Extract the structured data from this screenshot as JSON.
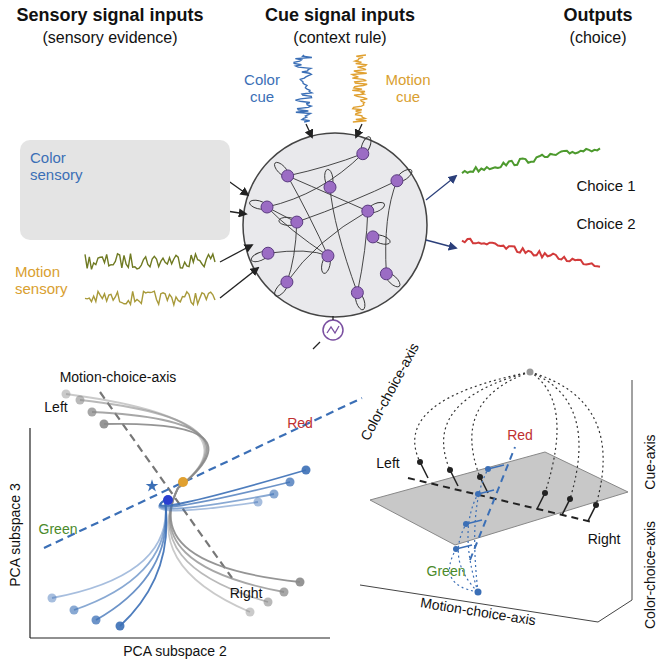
{
  "diagram": {
    "nodes": [
      {
        "text": [
          "Color sensory"
        ]
      }
    ],
    "labels": [
      "Sensory signal inputs",
      "(sensory evidence)",
      "Cue signal inputs",
      "(context rule)",
      "Outputs",
      "(choice)",
      "Color cue",
      "Motion cue",
      "Motion sensory",
      "Choice 1",
      "Choice 2",
      "Motion-choice-axis",
      "Color-choice-axis",
      "Left",
      "Red",
      "Green",
      "Right",
      "PCA subspace 3",
      "PCA subspace 2",
      "Red",
      "Left",
      "Right",
      "Green",
      "Cue-axis",
      "Color-choice-axis",
      "Motion-choice-axis"
    ]
  }
}
